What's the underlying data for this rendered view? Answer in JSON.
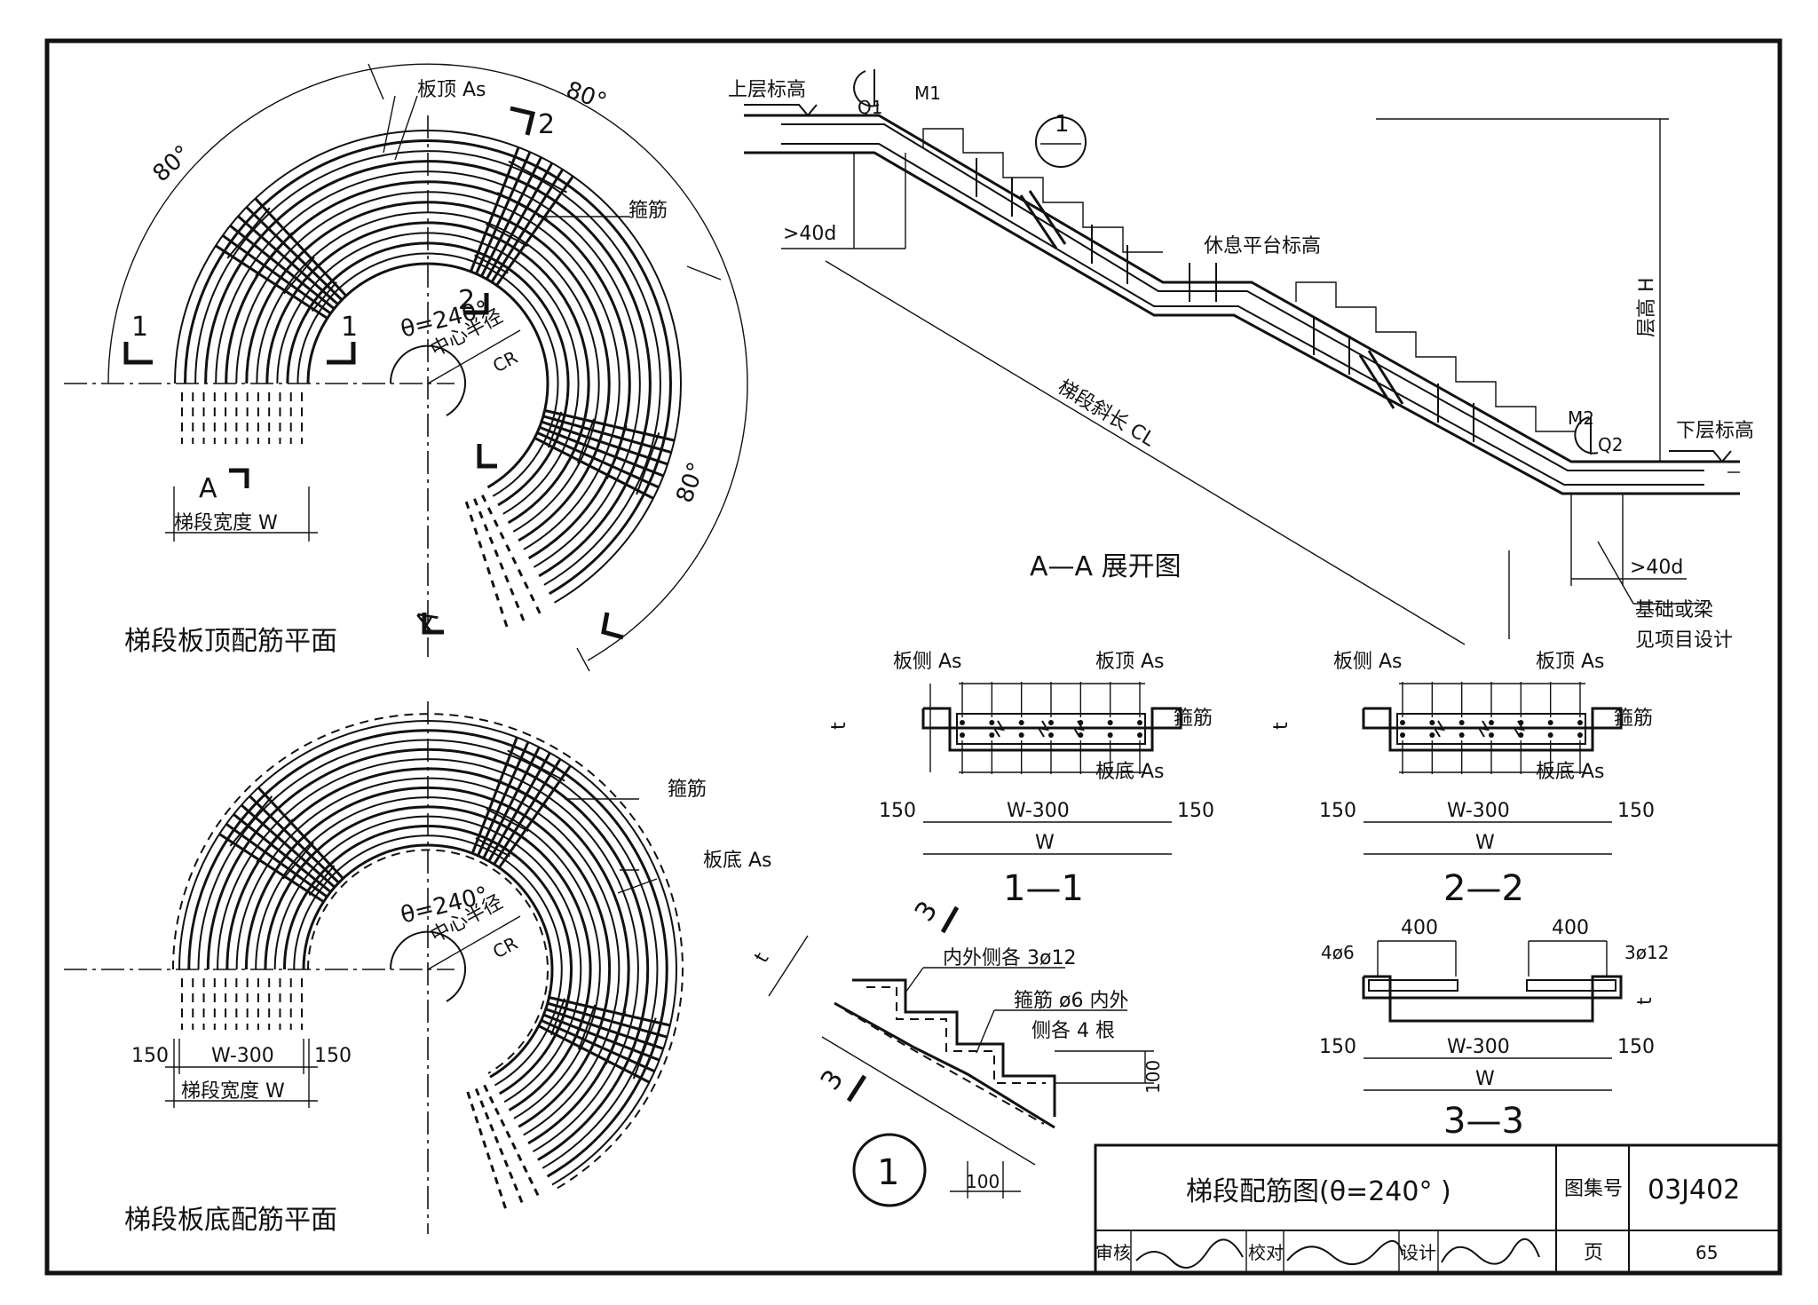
{
  "sheet": {
    "title": "梯段配筋图(θ=240° )",
    "atlas_label": "图集号",
    "atlas_number": "03J402",
    "page_label": "页",
    "page_number": "65",
    "review_label": "审核",
    "check_label": "校对",
    "design_label": "设计"
  },
  "plan_top": {
    "caption": "梯段板顶配筋平面",
    "angle_1": "80°",
    "angle_2": "80°",
    "angle_3": "80°",
    "top_bar": "板顶 As",
    "stirrup": "箍筋",
    "theta": "θ=240°",
    "center_radius": "中心半径",
    "cr": "CR",
    "width": "梯段宽度 W",
    "sec1": "1",
    "sec2": "2",
    "secA": "A"
  },
  "plan_bottom": {
    "caption": "梯段板底配筋平面",
    "stirrup": "箍筋",
    "bottom_bar": "板底 As",
    "theta": "θ=240°",
    "center_radius": "中心半径",
    "cr": "CR",
    "dim_150_left": "150",
    "dim_w300": "W-300",
    "dim_150_right": "150",
    "width": "梯段宽度 W"
  },
  "elevation": {
    "caption": "A—A 展开图",
    "upper_level": "上层标高",
    "lower_level": "下层标高",
    "landing_level": "休息平台标高",
    "q1": "Q1",
    "m1": "M1",
    "m2": "M2",
    "q2": "Q2",
    "anchor_top": ">40d",
    "anchor_bottom": ">40d",
    "slope_length": "梯段斜长 CL",
    "story_height": "层高 H",
    "foundation": "基础或梁",
    "see_project": "见项目设计",
    "detail_num": "1"
  },
  "section_11": {
    "caption": "1—1",
    "side_bar": "板侧 As",
    "top_bar": "板顶 As",
    "stirrup": "箍筋",
    "bottom_bar": "板底 As",
    "t": "t",
    "dim_150_left": "150",
    "dim_w300": "W-300",
    "dim_150_right": "150",
    "w": "W"
  },
  "section_22": {
    "caption": "2—2",
    "side_bar": "板侧 As",
    "top_bar": "板顶 As",
    "stirrup": "箍筋",
    "bottom_bar": "板底 As",
    "t": "t",
    "dim_150_left": "150",
    "dim_w300": "W-300",
    "dim_150_right": "150",
    "w": "W"
  },
  "section_33": {
    "caption": "3—3",
    "dim_400_left": "400",
    "dim_400_right": "400",
    "bar_left": "4ø6",
    "bar_right": "3ø12",
    "t": "t",
    "dim_150_left": "150",
    "dim_w300": "W-300",
    "dim_150_right": "150",
    "w": "W"
  },
  "detail_1": {
    "num": "1",
    "sec": "3",
    "inner_outer": "内外侧各 3ø12",
    "stirrup_line1": "箍筋 ø6 内外",
    "stirrup_line2": "侧各 4 根",
    "t": "t",
    "dim_100_right": "100",
    "dim_100_bottom": "100"
  }
}
